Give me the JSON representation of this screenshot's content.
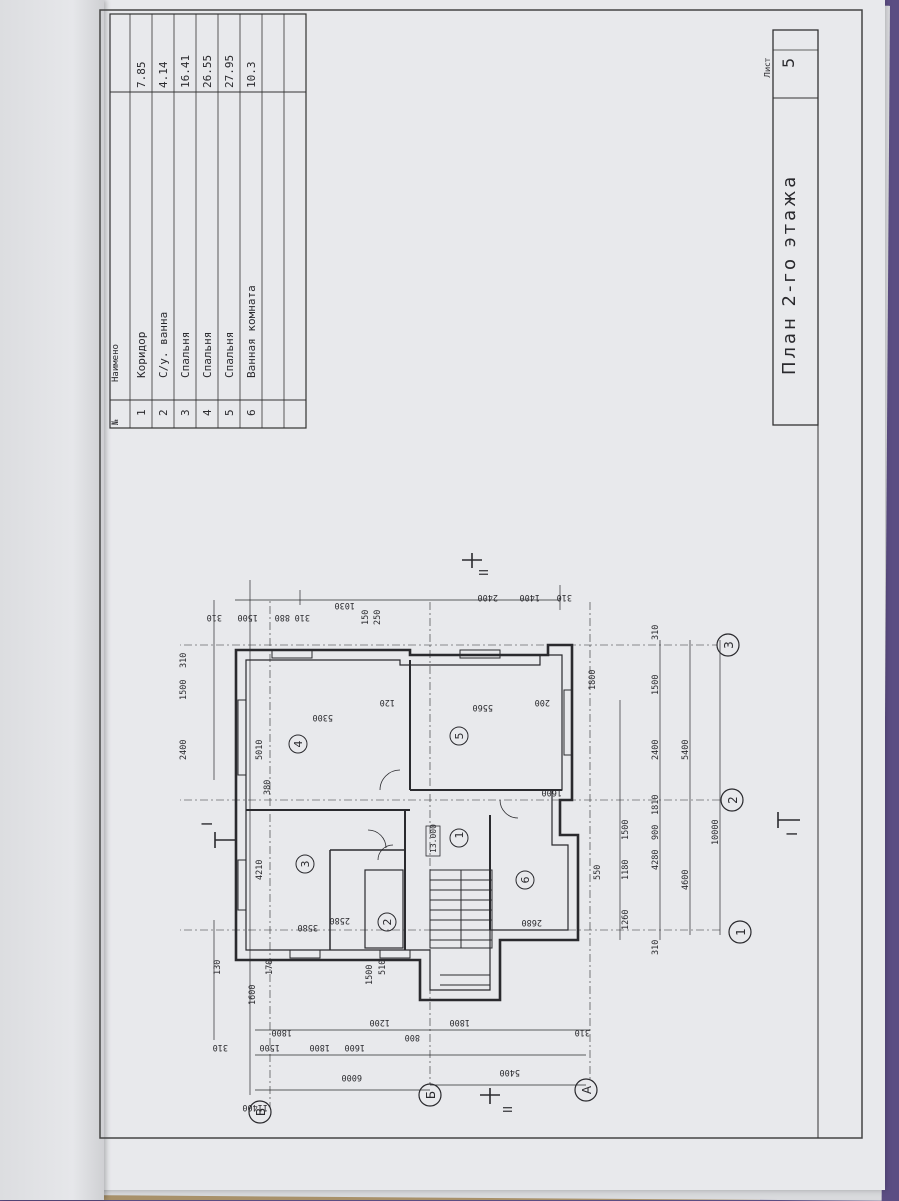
{
  "schedule": {
    "header_no": "№",
    "header_name": "Наимено",
    "rows": [
      {
        "no": "1",
        "name": "Коридор",
        "area": "7.85"
      },
      {
        "no": "2",
        "name": "С/у. ванна",
        "area": "4.14"
      },
      {
        "no": "3",
        "name": "Спальня",
        "area": "16.41"
      },
      {
        "no": "4",
        "name": "Спальня",
        "area": "26.55"
      },
      {
        "no": "5",
        "name": "Спальня",
        "area": "27.95"
      },
      {
        "no": "6",
        "name": "Ванная комната",
        "area": "10.3"
      }
    ]
  },
  "title_block": {
    "title": "План 2-го этажа",
    "sheet_label": "Лист",
    "sheet_no": "5"
  },
  "plan": {
    "axes_letters": [
      "В",
      "Б",
      "А"
    ],
    "axes_numbers": [
      "1",
      "2",
      "3"
    ],
    "rooms": [
      "1",
      "2",
      "3",
      "4",
      "5",
      "6"
    ],
    "section_marks": [
      "I",
      "I",
      "II",
      "II"
    ],
    "level_mark": "13.000",
    "dims_overall_bottom": [
      "11400",
      "6000",
      "5400",
      "1500",
      "1800",
      "1600",
      "1200",
      "1800",
      "800"
    ],
    "dims_left": [
      "310",
      "1600",
      "1500",
      "510",
      "130",
      "170",
      "1800",
      "310"
    ],
    "dims_top": [
      "2400",
      "1500",
      "310",
      "5010",
      "4210"
    ],
    "dims_right": [
      "310",
      "1800",
      "5400",
      "2400",
      "1500",
      "1810",
      "10000",
      "4600",
      "1500",
      "4280",
      "900",
      "1180",
      "1260",
      "550",
      "310"
    ],
    "dims_upper": [
      "310",
      "1500",
      "880",
      "310",
      "1030",
      "150",
      "250",
      "2400",
      "1400",
      "310"
    ],
    "room_dims": [
      "5300",
      "5560",
      "3580",
      "2580",
      "2680",
      "1600",
      "380",
      "120",
      "200"
    ]
  }
}
